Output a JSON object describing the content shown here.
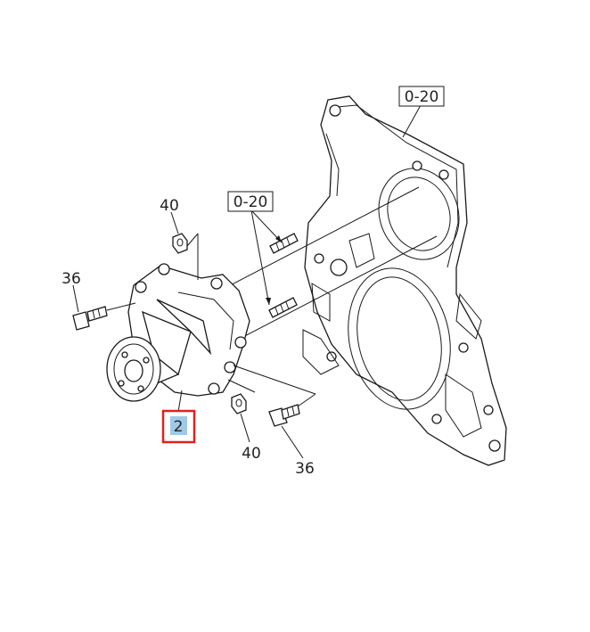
{
  "labels": {
    "plate_ref": "0-20",
    "stud_ref": "0-20",
    "nut_top": "40",
    "nut_bottom": "40",
    "bolt_left": "36",
    "bolt_bottom": "36",
    "pump_part": "2"
  },
  "colors": {
    "line": "#1a1a1a",
    "highlight_border": "#e02020",
    "highlight_fill": "#9fc9e8"
  }
}
